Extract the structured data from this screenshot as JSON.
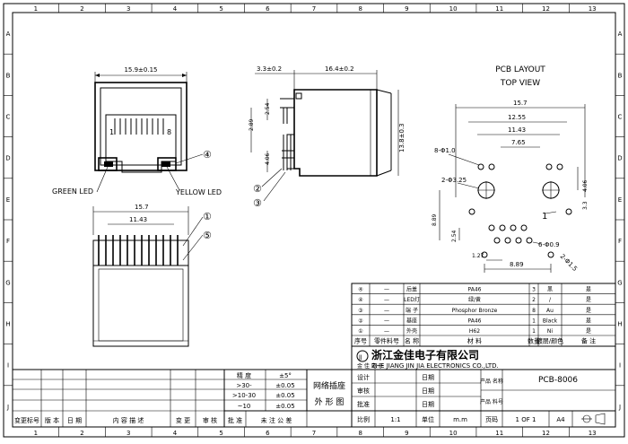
{
  "border": {
    "top_numbers": [
      "1",
      "2",
      "3",
      "4",
      "5",
      "6",
      "7",
      "8",
      "9",
      "10",
      "11",
      "12",
      "13"
    ],
    "side_letters": [
      "A",
      "B",
      "C",
      "D",
      "E",
      "F",
      "G",
      "H",
      "I",
      "J"
    ]
  },
  "front_view": {
    "width_dim": "15.9±0.15",
    "pin1_label": "1",
    "pin8_label": "8",
    "green_led_label": "GREEN LED",
    "yellow_led_label": "YELLOW LED",
    "callout_4": "④"
  },
  "side_view": {
    "dim_top_left": "3.3±0.2",
    "dim_top_right": "16.4±0.2",
    "dim_2_54": "2.54",
    "dim_2_89": "2.89",
    "dim_4_06": "4.06",
    "dim_height": "13.8±0.3",
    "callout_2": "②",
    "callout_3": "③"
  },
  "bottom_view": {
    "width_dim": "15.7",
    "inner_dim": "11.43",
    "callout_1": "①",
    "callout_5": "⑤"
  },
  "pcb_layout": {
    "title_line1": "PCB LAYOUT",
    "title_line2": "TOP VIEW",
    "d15_7": "15.7",
    "d12_55": "12.55",
    "d11_43": "11.43",
    "d7_65": "7.65",
    "d_hole_small": "8-Φ1.0",
    "d_hole_large": "2-Φ3.25",
    "d4_06": "4.06",
    "d3_3": "3.3",
    "d8_89": "8.89",
    "d2_54": "2.54",
    "d1_27": "1.27",
    "d8_89b": "8.89",
    "d_led_hole": "6-Φ0.9",
    "d_hole_right": "2-Φ1.5",
    "pin1_mark": "1"
  },
  "bom": {
    "rows": [
      {
        "no": "④",
        "dash": "—",
        "name": "后盖",
        "material": "PA46",
        "qty": "3",
        "color": "黑",
        "rohs": "是"
      },
      {
        "no": "④",
        "dash": "—",
        "name": "LED灯",
        "material": "绿/黄",
        "qty": "2",
        "color": "/",
        "rohs": "是"
      },
      {
        "no": "③",
        "dash": "—",
        "name": "端 子",
        "material": "Phosphor Bronze",
        "qty": "8",
        "color": "Au",
        "rohs": "是"
      },
      {
        "no": "②",
        "dash": "—",
        "name": "基座",
        "material": "PA46",
        "qty": "1",
        "color": "Black",
        "rohs": "是"
      },
      {
        "no": "①",
        "dash": "—",
        "name": "外壳",
        "material": "H62",
        "qty": "1",
        "color": "Ni",
        "rohs": "是"
      }
    ],
    "header": [
      "序号",
      "零件料号",
      "名 称",
      "材 料",
      "数量",
      "镀层/颜色",
      "备 注"
    ]
  },
  "company": {
    "logo": "JJ",
    "name_cn": "浙江金佳电子有限公司",
    "name_en": "ZHE JIANG JIN JIA ELECTRONICS CO.,LTD.",
    "sub_cn": "金 佳 电 子"
  },
  "tolerance": {
    "header": "精 度",
    "header2": "±5°",
    "rows": [
      {
        "range": ">30-",
        "tol": "±0.05"
      },
      {
        "range": ">10-30",
        "tol": "±0.05"
      },
      {
        "range": "~10",
        "tol": "±0.05"
      }
    ]
  },
  "title_block": {
    "design": "设计",
    "review": "审核",
    "approve": "批准",
    "date": "日期",
    "product_name_label": "产品 名称",
    "product_name_value": "",
    "product_part_label": "产品 料号",
    "product_part_value": "PCB-8006",
    "drawing_title_1": "网络插座",
    "drawing_title_2": "外 形 图",
    "scale_label": "比例",
    "scale_value": "1:1",
    "unit_label": "单位",
    "unit_value": "m.m",
    "page_label": "页码",
    "page_value": "1 OF 1",
    "size_value": "A4"
  },
  "revision": {
    "header": [
      "变更标号",
      "版 本",
      "日 期",
      "内 容 描 述",
      "变 更",
      "审 核",
      "批 准",
      "未 注 公 差"
    ]
  }
}
